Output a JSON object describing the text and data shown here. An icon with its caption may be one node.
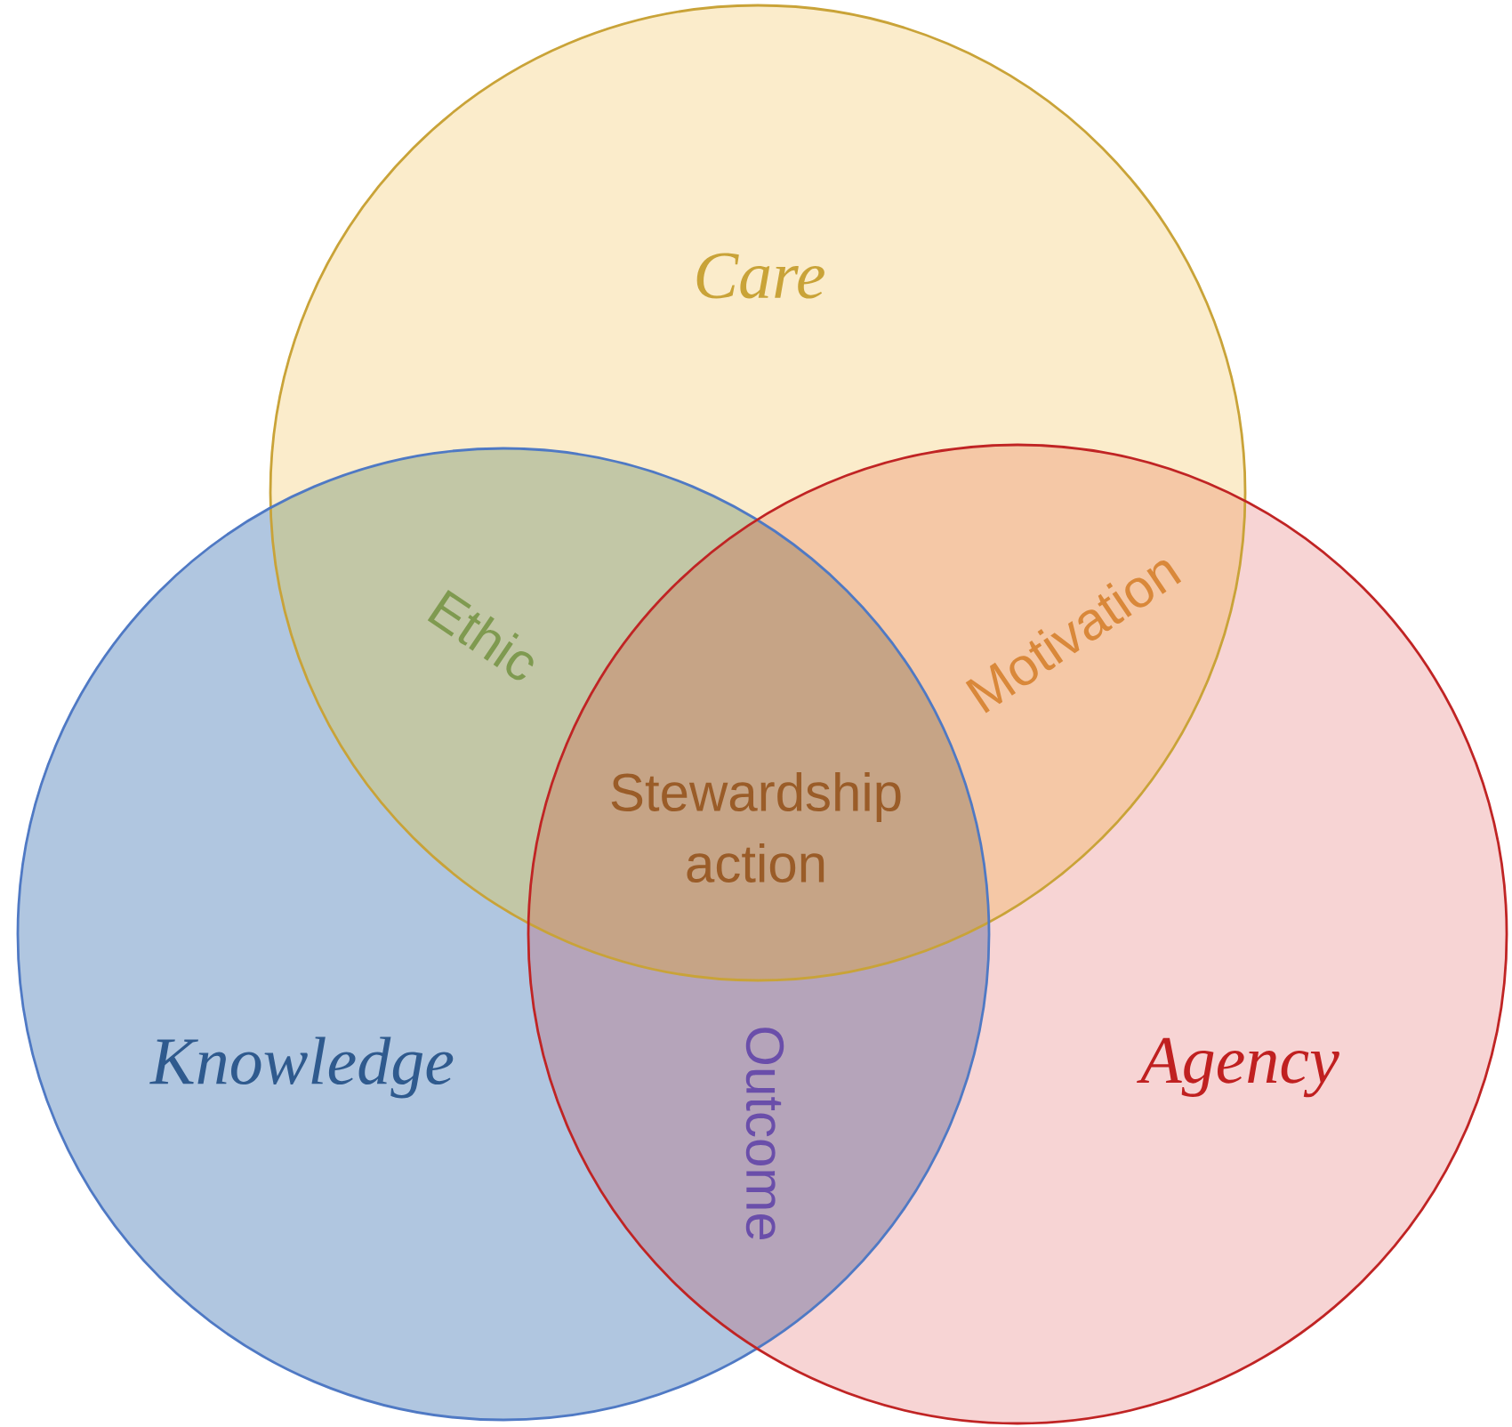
{
  "diagram": {
    "nodes": [
      {
        "text": [
          "Care"
        ]
      },
      {
        "text": [
          "Knowledge"
        ]
      },
      {
        "text": [
          "Agency"
        ]
      }
    ],
    "labels": [
      "Ethic",
      "Motivation",
      "Stewardship action",
      "Outcome"
    ]
  }
}
